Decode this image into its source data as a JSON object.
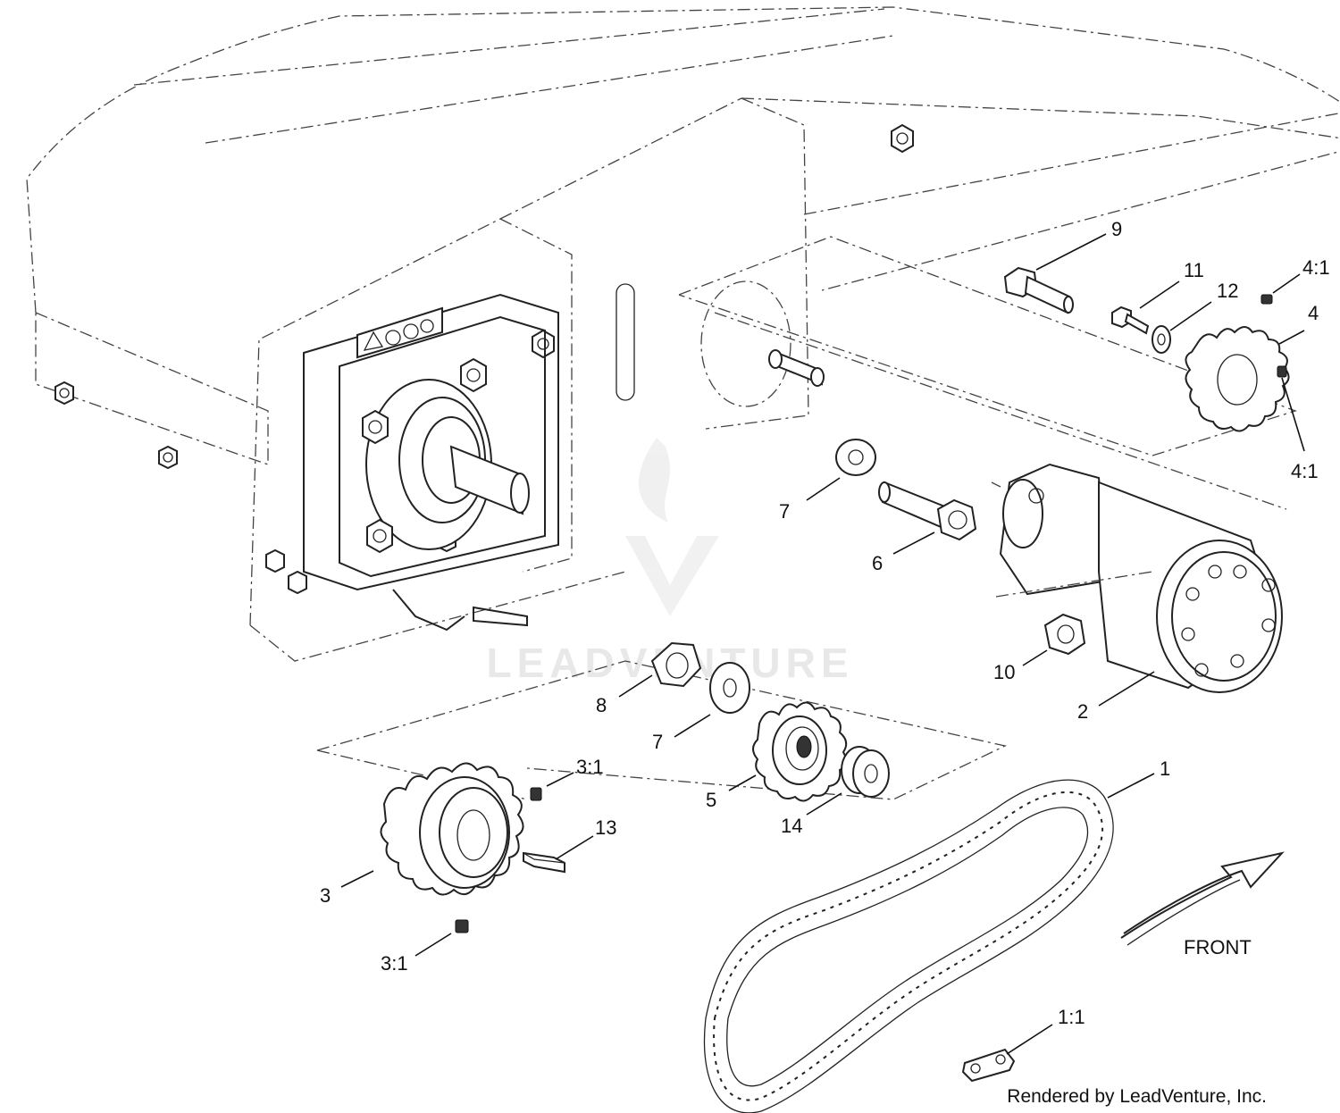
{
  "callouts": {
    "c1": "1",
    "c1_1": "1:1",
    "c2": "2",
    "c3": "3",
    "c3_1a": "3:1",
    "c3_1b": "3:1",
    "c4": "4",
    "c4_1a": "4:1",
    "c4_1b": "4:1",
    "c5": "5",
    "c6": "6",
    "c7a": "7",
    "c7b": "7",
    "c8": "8",
    "c9": "9",
    "c10": "10",
    "c11": "11",
    "c12": "12",
    "c13": "13",
    "c14": "14"
  },
  "direction_label": "FRONT",
  "watermark": "LEADVENTURE",
  "footer": "Rendered by LeadVenture, Inc."
}
